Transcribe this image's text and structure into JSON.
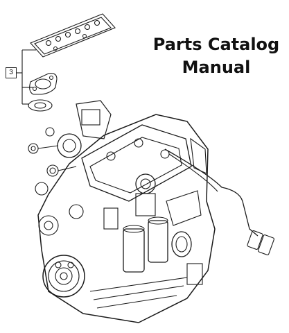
{
  "title": {
    "line1": "Parts Catalog",
    "line2": "Manual"
  },
  "callout": {
    "number": "3"
  },
  "colors": {
    "ink": "#111111",
    "background": "#ffffff"
  },
  "icons": {
    "gasket": "gasket-icon",
    "engine": "engine-illustration-icon"
  }
}
